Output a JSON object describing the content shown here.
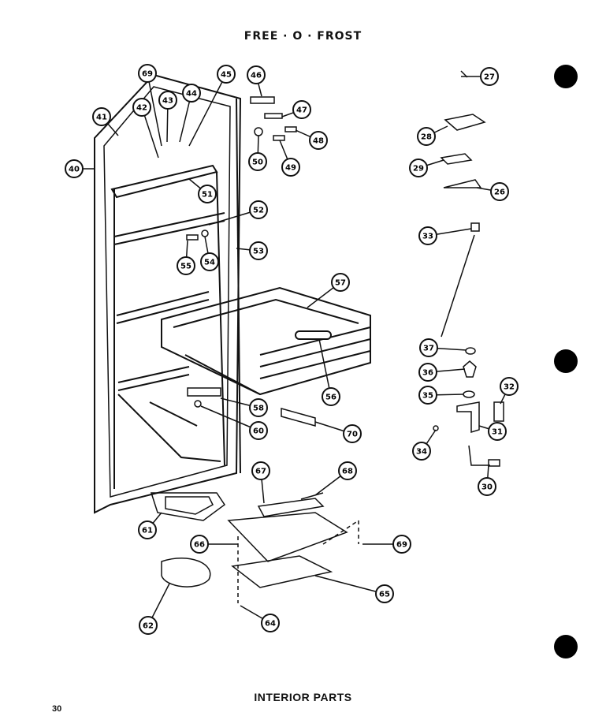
{
  "title": "FREE · O · FROST",
  "caption": "INTERIOR PARTS",
  "page_number": "30",
  "callouts": [
    "27",
    "28",
    "29",
    "26",
    "33",
    "37",
    "36",
    "35",
    "32",
    "31",
    "34",
    "30",
    "46",
    "47",
    "48",
    "49",
    "50",
    "45",
    "44",
    "43",
    "42",
    "69",
    "41",
    "40",
    "51",
    "52",
    "53",
    "54",
    "55",
    "57",
    "56",
    "58",
    "60",
    "70",
    "67",
    "68",
    "66",
    "69b",
    "61",
    "65",
    "62",
    "64"
  ],
  "callout_labels": {
    "27": "27",
    "28": "28",
    "29": "29",
    "26": "26",
    "33": "33",
    "37": "37",
    "36": "36",
    "35": "35",
    "32": "32",
    "31": "31",
    "34": "34",
    "30": "30",
    "46": "46",
    "47": "47",
    "48": "48",
    "49": "49",
    "50": "50",
    "45": "45",
    "44": "44",
    "43": "43",
    "42": "42",
    "69": "69",
    "41": "41",
    "40": "40",
    "51": "51",
    "52": "52",
    "53": "53",
    "54": "54",
    "55": "55",
    "57": "57",
    "56": "56",
    "58": "58",
    "60": "60",
    "70": "70",
    "67": "67",
    "68": "68",
    "66": "66",
    "69b": "69",
    "61": "61",
    "65": "65",
    "62": "62",
    "64": "64"
  }
}
